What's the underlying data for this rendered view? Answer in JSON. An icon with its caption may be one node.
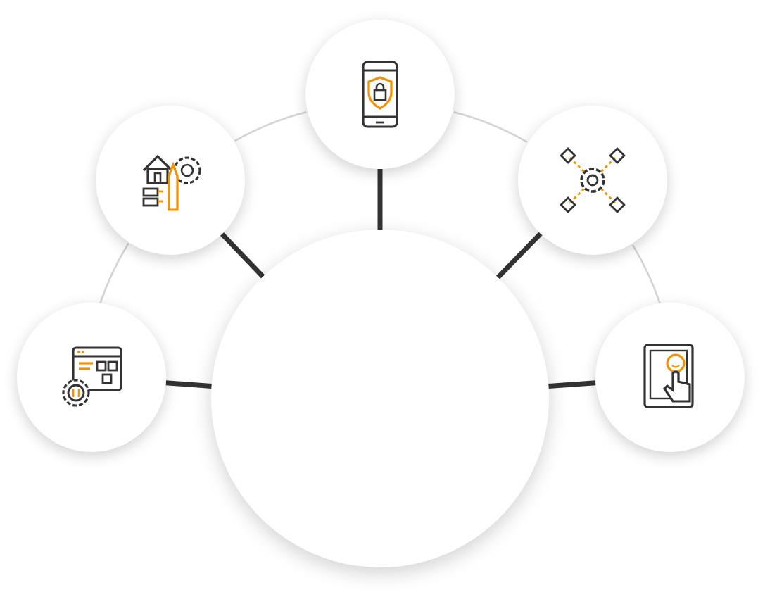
{
  "diagram": {
    "nodes": [
      {
        "text": [],
        "shape": "circle"
      },
      {
        "text": [],
        "shape": "circle"
      },
      {
        "text": [],
        "shape": "circle"
      },
      {
        "text": [],
        "shape": "circle"
      },
      {
        "text": [],
        "shape": "circle"
      },
      {
        "text": [],
        "shape": "circle"
      }
    ],
    "edges": [
      {
        "from": 3,
        "to": 0,
        "arrow": "none"
      },
      {
        "from": 3,
        "to": 1,
        "arrow": "none"
      },
      {
        "from": 3,
        "to": 2,
        "arrow": "none"
      },
      {
        "from": 3,
        "to": 4,
        "arrow": "none"
      },
      {
        "from": 3,
        "to": 5,
        "arrow": "none"
      },
      {
        "from": 0,
        "to": 1,
        "arrow": "none",
        "color": "#d4d4d4"
      },
      {
        "from": 1,
        "to": 2,
        "arrow": "none",
        "color": "#d4d4d4"
      },
      {
        "from": 2,
        "to": 4,
        "arrow": "none",
        "color": "#d4d4d4"
      },
      {
        "from": 4,
        "to": 5,
        "arrow": "none",
        "color": "#d4d4d4"
      }
    ]
  }
}
